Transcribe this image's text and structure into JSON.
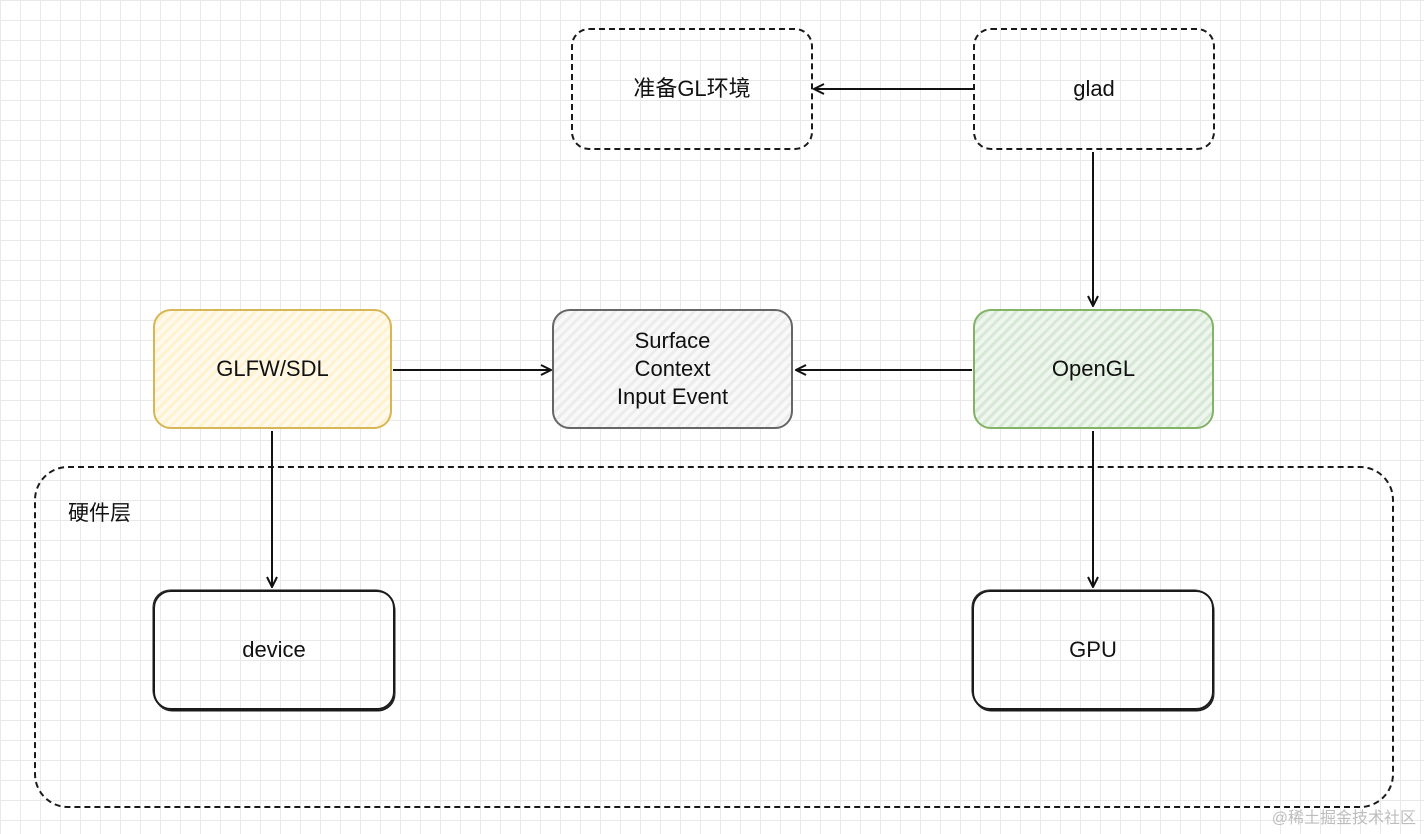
{
  "diagram": {
    "nodes": {
      "prepare_env": {
        "label": "准备GL环境"
      },
      "glad": {
        "label": "glad"
      },
      "glfw_sdl": {
        "label": "GLFW/SDL"
      },
      "surface": {
        "lines": [
          "Surface",
          "Context",
          "Input Event"
        ]
      },
      "opengl": {
        "label": "OpenGL"
      },
      "device": {
        "label": "device"
      },
      "gpu": {
        "label": "GPU"
      }
    },
    "group": {
      "label": "硬件层"
    },
    "edges": [
      {
        "from": "glad",
        "to": "prepare_env"
      },
      {
        "from": "glad",
        "to": "opengl"
      },
      {
        "from": "glfw_sdl",
        "to": "surface"
      },
      {
        "from": "opengl",
        "to": "surface"
      },
      {
        "from": "glfw_sdl",
        "to": "device"
      },
      {
        "from": "opengl",
        "to": "gpu"
      }
    ],
    "colors": {
      "glfw_sdl": "#d6b656",
      "surface": "#666666",
      "opengl": "#82b366"
    }
  },
  "watermark": "@稀土掘金技术社区"
}
